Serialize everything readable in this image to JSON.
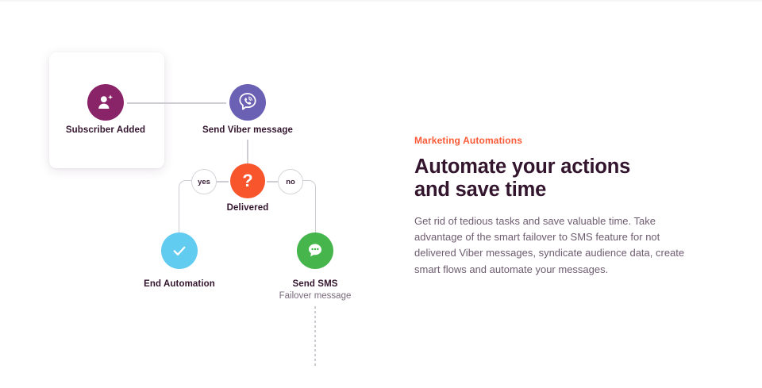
{
  "diagram": {
    "card_label": "automation-card",
    "nodes": [
      {
        "id": "subscriber",
        "label": "Subscriber Added",
        "icon": "user-plus-icon",
        "color": "#8A2469"
      },
      {
        "id": "viber",
        "label": "Send Viber message",
        "icon": "viber-icon",
        "color": "#6A61B5"
      },
      {
        "id": "delivered",
        "label": "Delivered",
        "icon": "question-mark-icon",
        "glyph": "?",
        "color": "#F9552C"
      },
      {
        "id": "end",
        "label": "End Automation",
        "icon": "check-icon",
        "color": "#62CBF0"
      },
      {
        "id": "sms",
        "label": "Send SMS",
        "sublabel": "Failover message",
        "icon": "chat-bubble-icon",
        "color": "#45B54C"
      }
    ],
    "branches": [
      {
        "id": "yes",
        "label": "yes"
      },
      {
        "id": "no",
        "label": "no"
      }
    ],
    "connector_color": "#cfcdd4"
  },
  "panel": {
    "eyebrow": "Marketing Automations",
    "eyebrow_color": "#FB5A36",
    "headline_line1": "Automate your actions",
    "headline_line2": "and save time",
    "headline_color": "#33152E",
    "body": "Get rid of tedious tasks and save valuable time. Take advantage of the smart failover to SMS feature for not delivered Viber messages, syndicate audience data, create smart flows and automate your messages.",
    "body_color": "#6E5C70"
  }
}
